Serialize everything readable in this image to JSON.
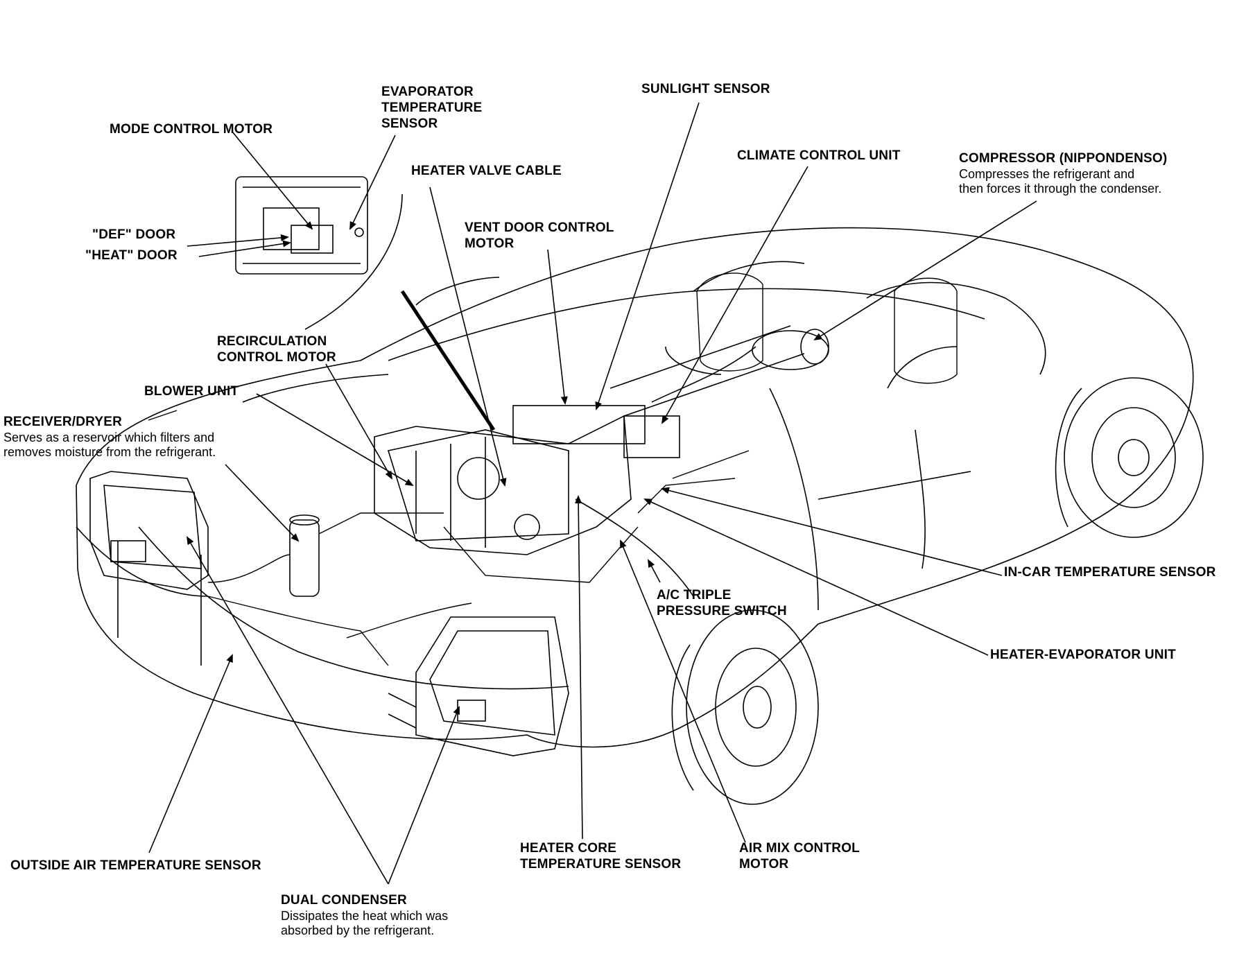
{
  "labels": {
    "mode_control_motor": {
      "title": "MODE CONTROL MOTOR"
    },
    "evaporator_temperature_sensor": {
      "lines": [
        "EVAPORATOR",
        "TEMPERATURE",
        "SENSOR"
      ]
    },
    "sunlight_sensor": {
      "title": "SUNLIGHT SENSOR"
    },
    "climate_control_unit": {
      "title": "CLIMATE CONTROL UNIT"
    },
    "compressor": {
      "title": "COMPRESSOR (NIPPONDENSO)",
      "desc": [
        "Compresses the refrigerant and",
        "then forces it through the condenser."
      ]
    },
    "heater_valve_cable": {
      "title": "HEATER VALVE CABLE"
    },
    "def_door": {
      "title": "\"DEF\" DOOR"
    },
    "heat_door": {
      "title": "\"HEAT\" DOOR"
    },
    "vent_door_control_motor": {
      "lines": [
        "VENT DOOR CONTROL",
        "MOTOR"
      ]
    },
    "recirculation_control_motor": {
      "lines": [
        "RECIRCULATION",
        "CONTROL MOTOR"
      ]
    },
    "blower_unit": {
      "title": "BLOWER UNIT"
    },
    "receiver_dryer": {
      "title": "RECEIVER/DRYER",
      "desc": [
        "Serves as a reservoir which filters and",
        "removes moisture from the refrigerant."
      ]
    },
    "in_car_temperature_sensor": {
      "title": "IN-CAR TEMPERATURE SENSOR"
    },
    "ac_triple_pressure_switch": {
      "lines": [
        "A/C TRIPLE",
        "PRESSURE SWITCH"
      ]
    },
    "heater_evaporator_unit": {
      "title": "HEATER-EVAPORATOR UNIT"
    },
    "outside_air_temperature_sensor": {
      "title": "OUTSIDE AIR TEMPERATURE SENSOR"
    },
    "heater_core_temperature_sensor": {
      "lines": [
        "HEATER CORE",
        "TEMPERATURE SENSOR"
      ]
    },
    "air_mix_control_motor": {
      "lines": [
        "AIR MIX CONTROL",
        "MOTOR"
      ]
    },
    "dual_condenser": {
      "title": "DUAL CONDENSER",
      "desc": [
        "Dissipates the heat which was",
        "absorbed by the refrigerant."
      ]
    }
  }
}
